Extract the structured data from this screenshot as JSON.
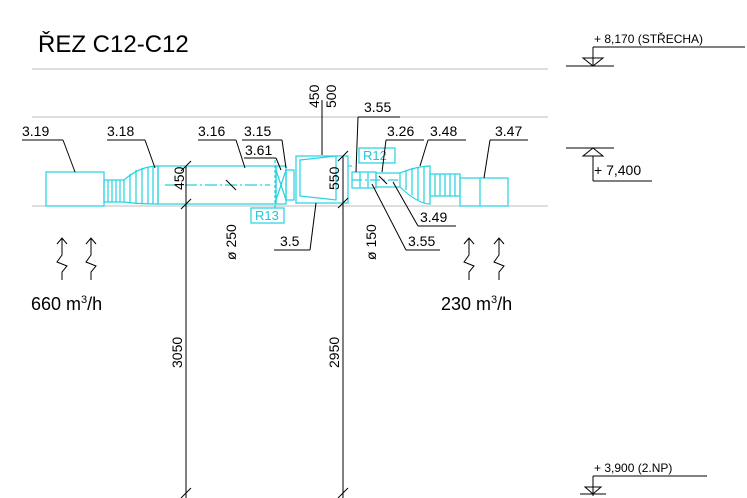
{
  "title": "ŘEZ C12-C12",
  "levels": {
    "roof": "+ 8,170 (STŘECHA)",
    "ceiling": "+ 7,400",
    "floor2": "+ 3,900 (2.NP)"
  },
  "tags": {
    "t319": "3.19",
    "t318": "3.18",
    "t316": "3.16",
    "t315": "3.15",
    "t361": "3.61",
    "t355a": "3.55",
    "t326": "3.26",
    "t348": "3.48",
    "t347": "3.47",
    "t349": "3.49",
    "t355b": "3.55",
    "t35": "3.5"
  },
  "dims": {
    "d450a": "450",
    "d500": "500",
    "d450b": "450",
    "d550": "550",
    "dphi250": "ø 250",
    "dphi150": "ø 150",
    "d3050": "3050",
    "d2950": "2950"
  },
  "rooms": {
    "r13": "R13",
    "r12": "R12"
  },
  "flows": {
    "left": "660 m",
    "right": "230 m",
    "unit_sup": "3",
    "unit_tail": "/h"
  }
}
